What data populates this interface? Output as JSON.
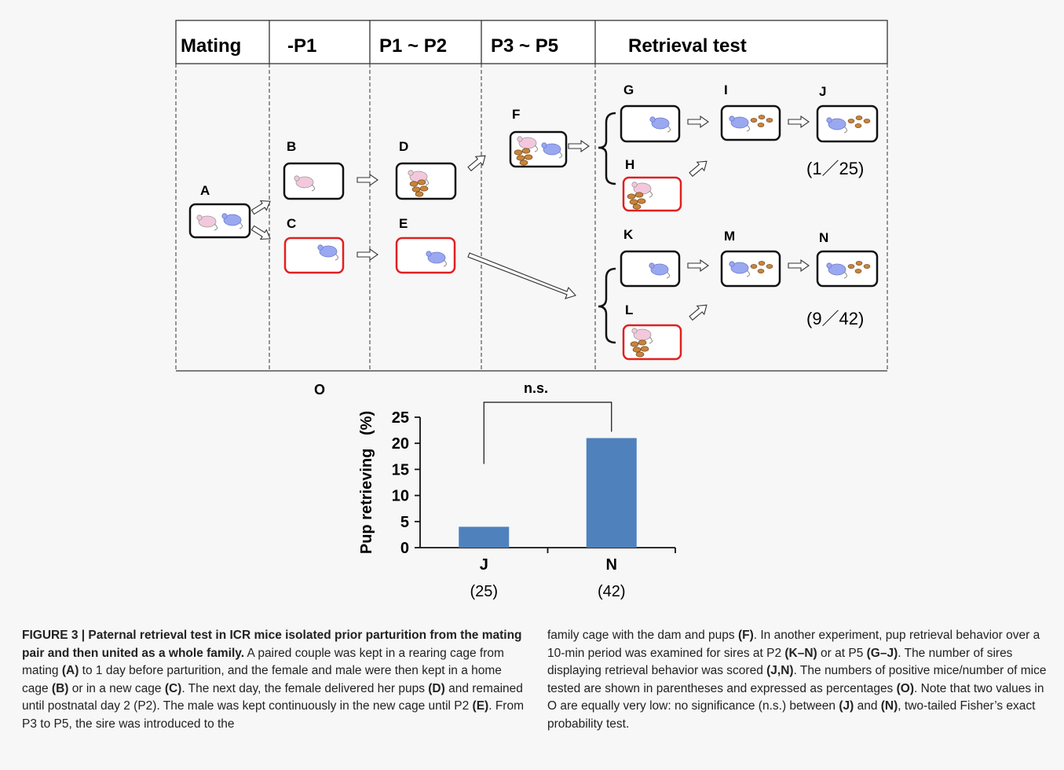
{
  "diagram": {
    "headers": [
      "Mating",
      "-P1",
      "P1 ~ P2",
      "P3 ~ P5",
      "Retrieval test"
    ],
    "labels": {
      "A": "A",
      "B": "B",
      "C": "C",
      "D": "D",
      "E": "E",
      "F": "F",
      "G": "G",
      "H": "H",
      "I": "I",
      "J": "J",
      "K": "K",
      "L": "L",
      "M": "M",
      "N": "N"
    },
    "ratio_upper": "(1／25)",
    "ratio_lower": "(9／42)",
    "colors": {
      "female": "#f3c8dc",
      "male": "#9aa8f0",
      "pups": "#c8843c",
      "red_cage": "#e02020",
      "bar": "#4f81bd"
    }
  },
  "panel_o": {
    "label": "O",
    "sig_label": "n.s."
  },
  "chart_data": {
    "type": "bar",
    "categories": [
      "J",
      "N"
    ],
    "values": [
      4,
      21
    ],
    "category_counts": [
      "(25)",
      "(42)"
    ],
    "xlabel": "",
    "ylabel": "Pup retrieving   (%)",
    "ylim": [
      0,
      25
    ],
    "yticks": [
      "0",
      "5",
      "10",
      "15",
      "20",
      "25"
    ],
    "bar_color": "#4f81bd",
    "grid": false
  },
  "caption": {
    "title": "FIGURE 3 | Paternal retrieval test in ICR mice isolated prior parturition from the mating pair and then united as a whole family.",
    "p1": " A paired couple was kept in a rearing cage from mating ",
    "a": "(A)",
    "p2": " to 1 day before parturition, and the female and male were then kept in a home cage ",
    "b": "(B)",
    "p3": " or in a new cage ",
    "c": "(C)",
    "p4": ". The next day, the female delivered her pups ",
    "d": "(D)",
    "p5": " and remained until postnatal day 2 (P2). The male was kept continuously in the new cage until P2 ",
    "e": "(E)",
    "p6": ". From P3 to P5, the sire was introduced to the family cage with the dam and pups ",
    "f": "(F)",
    "p7": ". In another experiment, pup retrieval behavior over a 10-min period was examined for sires at P2 ",
    "kn": "(K–N)",
    "p8": " or at P5 ",
    "gj": "(G–J)",
    "p9": ". The number of sires displaying retrieval behavior was scored ",
    "jn": "(J,N)",
    "p10": ". The numbers of positive mice/number of mice tested are shown in parentheses and expressed as percentages ",
    "o": "(O)",
    "p11": ". Note that two values in O are equally very low: no significance (n.s.) between ",
    "j": "(J)",
    "p12": " and ",
    "n": "(N)",
    "p13": ", two-tailed Fisher’s exact probability test."
  }
}
